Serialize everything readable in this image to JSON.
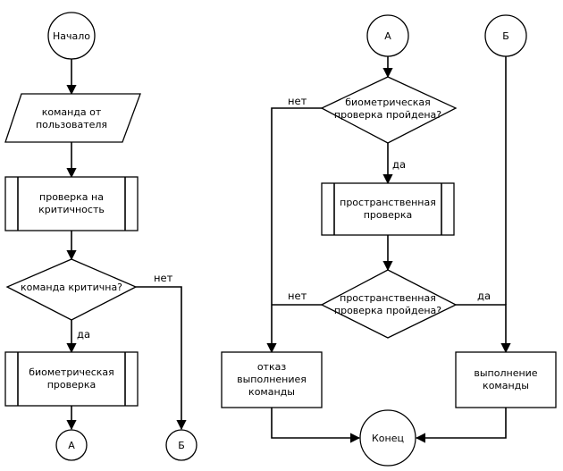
{
  "nodes": {
    "start": "Начало",
    "user_command": [
      "команда от",
      "пользователя"
    ],
    "criticality_check": [
      "проверка на",
      "критичность"
    ],
    "command_critical": [
      "команда критична?"
    ],
    "biometric_check": [
      "биометрическая",
      "проверка"
    ],
    "connector_a_left": "А",
    "connector_b_left": "Б",
    "connector_a_right": "А",
    "connector_b_right": "Б",
    "biometric_passed": [
      "биометрическая",
      "проверка пройдена?"
    ],
    "spatial_check": [
      "пространственная",
      "проверка"
    ],
    "spatial_passed": [
      "пространственная",
      "проверка пройдена?"
    ],
    "reject": [
      "отказ",
      "выполнениея",
      "команды"
    ],
    "execute": [
      "выполнение",
      "команды"
    ],
    "end": "Конец"
  },
  "edge_labels": {
    "critical_no": "нет",
    "critical_yes": "да",
    "biometric_no": "нет",
    "biometric_yes": "да",
    "spatial_no": "нет",
    "spatial_yes": "да"
  }
}
